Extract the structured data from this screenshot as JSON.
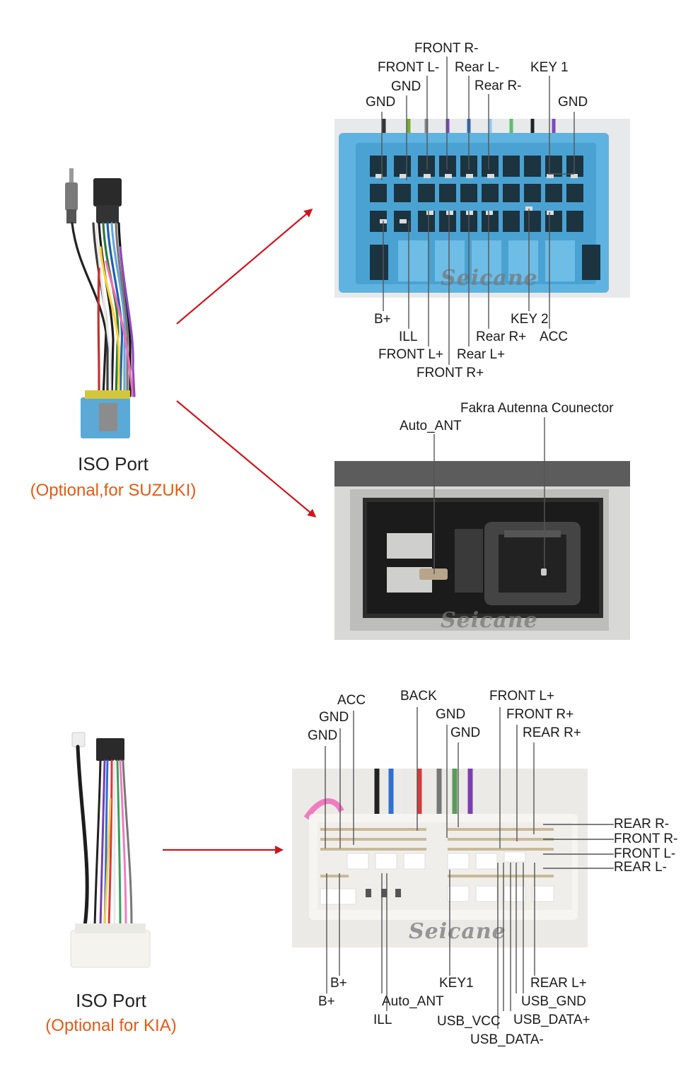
{
  "ports": [
    {
      "title": "ISO Port",
      "subtitle": "(Optional,for SUZUKI)"
    },
    {
      "title": "ISO Port",
      "subtitle": "(Optional for KIA)"
    }
  ],
  "colors": {
    "accent_orange": "#e65a12",
    "arrow_red": "#d0141c",
    "connector_blue": "#5fb3e0",
    "connector_white": "#f4f3ee"
  },
  "watermark": "Seicane",
  "suzuki_connector": {
    "top_labels": [
      "FRONT R-",
      "FRONT L-",
      "Rear L-",
      "KEY 1",
      "GND",
      "Rear R-",
      "GND",
      "GND"
    ],
    "bottom_labels": [
      "B+",
      "ILL",
      "FRONT L+",
      "FRONT R+",
      "Rear L+",
      "Rear R+",
      "KEY 2",
      "ACC"
    ]
  },
  "antenna_connector": {
    "labels": [
      "Fakra Autenna Counector",
      "Auto_ANT"
    ]
  },
  "kia_connector": {
    "top_labels": [
      "ACC",
      "GND",
      "GND",
      "BACK",
      "GND",
      "GND",
      "FRONT L+",
      "FRONT R+",
      "REAR R+"
    ],
    "right_labels": [
      "REAR R-",
      "FRONT R-",
      "FRONT L-",
      "REAR L-"
    ],
    "bottom_labels": [
      "B+",
      "B+",
      "Auto_ANT",
      "ILL",
      "KEY1",
      "USB_VCC",
      "USB_DATA-",
      "REAR L+",
      "USB_GND",
      "USB_DATA+"
    ]
  }
}
